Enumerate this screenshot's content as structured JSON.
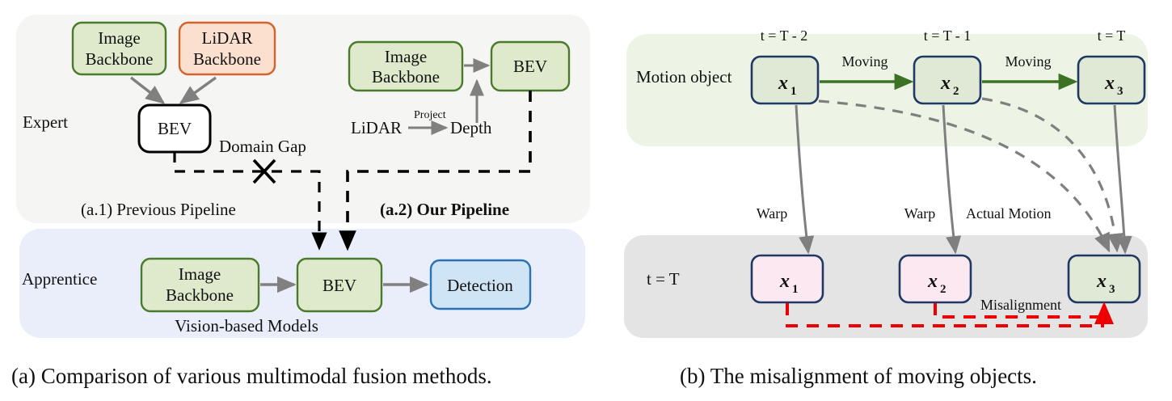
{
  "figure": {
    "panel_a": {
      "caption": "(a) Comparison of various multimodal fusion methods.",
      "expert_label": "Expert",
      "apprentice_label": "Apprentice",
      "sub_caption_1": "(a.1) Previous Pipeline",
      "sub_caption_2": "(a.2) Our Pipeline",
      "vision_models_label": "Vision-based  Models",
      "domain_gap_label": "Domain Gap",
      "boxes": {
        "image_backbone_1": "Image\nBackbone",
        "image_backbone_1_l1": "Image",
        "image_backbone_1_l2": "Backbone",
        "lidar_backbone": "LiDAR",
        "lidar_backbone_l2": "Backbone",
        "bev_expert_left": "BEV",
        "image_backbone_2_l1": "Image",
        "image_backbone_2_l2": "Backbone",
        "bev_expert_right": "BEV",
        "lidar_text": "LiDAR",
        "project_text": "Project",
        "depth_text": "Depth",
        "image_backbone_3_l1": "Image",
        "image_backbone_3_l2": "Backbone",
        "bev_apprentice": "BEV",
        "detection": "Detection"
      },
      "colors": {
        "expert_panel_bg": "#f5f5f3",
        "apprentice_panel_bg": "#eaeefa",
        "green_fill": "#dfeacd",
        "green_stroke": "#4a7a2b",
        "orange_fill": "#fbe0d0",
        "orange_stroke": "#d4622a",
        "blue_fill": "#cfe4f5",
        "blue_stroke": "#2a72b5",
        "white_fill": "#ffffff",
        "black_stroke": "#000000",
        "arrow_gray": "#808080"
      }
    },
    "panel_b": {
      "caption": "(b) The misalignment of moving objects.",
      "motion_object_label": "Motion object",
      "time_row_label": "t = T",
      "timestamps": [
        "t = T - 2",
        "t = T - 1",
        "t = T"
      ],
      "moving_labels": [
        "Moving",
        "Moving"
      ],
      "warp_labels": [
        "Warp",
        "Warp"
      ],
      "actual_motion_label": "Actual Motion",
      "misalignment_label": "Misalignment",
      "top_vars": [
        {
          "base": "x",
          "sub": "1"
        },
        {
          "base": "x",
          "sub": "2"
        },
        {
          "base": "x",
          "sub": "3"
        }
      ],
      "bottom_vars": [
        {
          "base": "x",
          "sub": "1"
        },
        {
          "base": "x",
          "sub": "2"
        },
        {
          "base": "x",
          "sub": "3"
        }
      ],
      "colors": {
        "motion_panel_bg": "#edf4e6",
        "time_panel_bg": "#e4e4e4",
        "box_stroke": "#1f3864",
        "green_fill": "#dfe9d5",
        "pink_fill": "#fbe8f1",
        "moving_arrow": "#3c7224",
        "dashed_gray": "#7f7f7f",
        "solid_gray": "#7f7f7f",
        "misalign_red": "#ee0000"
      }
    }
  }
}
